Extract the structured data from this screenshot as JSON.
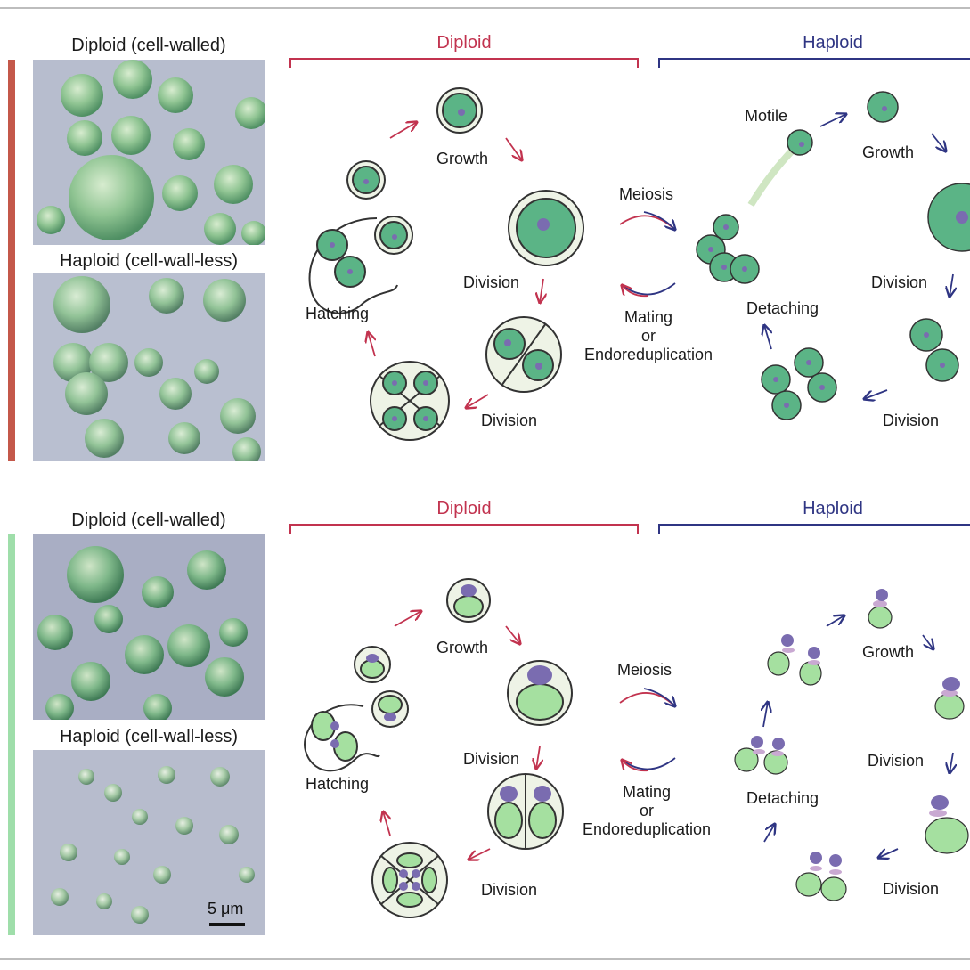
{
  "colors": {
    "diploid": "#c2334f",
    "haploid": "#2f3583",
    "panel_top_bar": "#c4584a",
    "panel_bottom_bar": "#9fdeaa",
    "cell_dark_green": "#5bb486",
    "cell_light_green": "#a5e0a0",
    "nucleus": "#7a6cb0"
  },
  "panels": [
    {
      "micro_top_label": "Diploid (cell-walled)",
      "micro_bottom_label": "Haploid (cell-wall-less)",
      "scale_bar": "",
      "phase_diploid": "Diploid",
      "phase_haploid": "Haploid",
      "labels": {
        "growth_diploid": "Growth",
        "division_diploid_1": "Division",
        "division_diploid_2": "Division",
        "hatching": "Hatching",
        "meiosis": "Meiosis",
        "mating_1": "Mating",
        "mating_2": "or",
        "mating_3": "Endoreduplication",
        "motile": "Motile",
        "growth_haploid": "Growth",
        "division_haploid_1": "Division",
        "division_haploid_2": "Division",
        "detaching": "Detaching"
      }
    },
    {
      "micro_top_label": "Diploid (cell-walled)",
      "micro_bottom_label": "Haploid (cell-wall-less)",
      "scale_bar": "5 μm",
      "phase_diploid": "Diploid",
      "phase_haploid": "Haploid",
      "labels": {
        "growth_diploid": "Growth",
        "division_diploid_1": "Division",
        "division_diploid_2": "Division",
        "hatching": "Hatching",
        "meiosis": "Meiosis",
        "mating_1": "Mating",
        "mating_2": "or",
        "mating_3": "Endoreduplication",
        "motile": "",
        "growth_haploid": "Growth",
        "division_haploid_1": "Division",
        "division_haploid_2": "Division",
        "detaching": "Detaching"
      }
    }
  ]
}
